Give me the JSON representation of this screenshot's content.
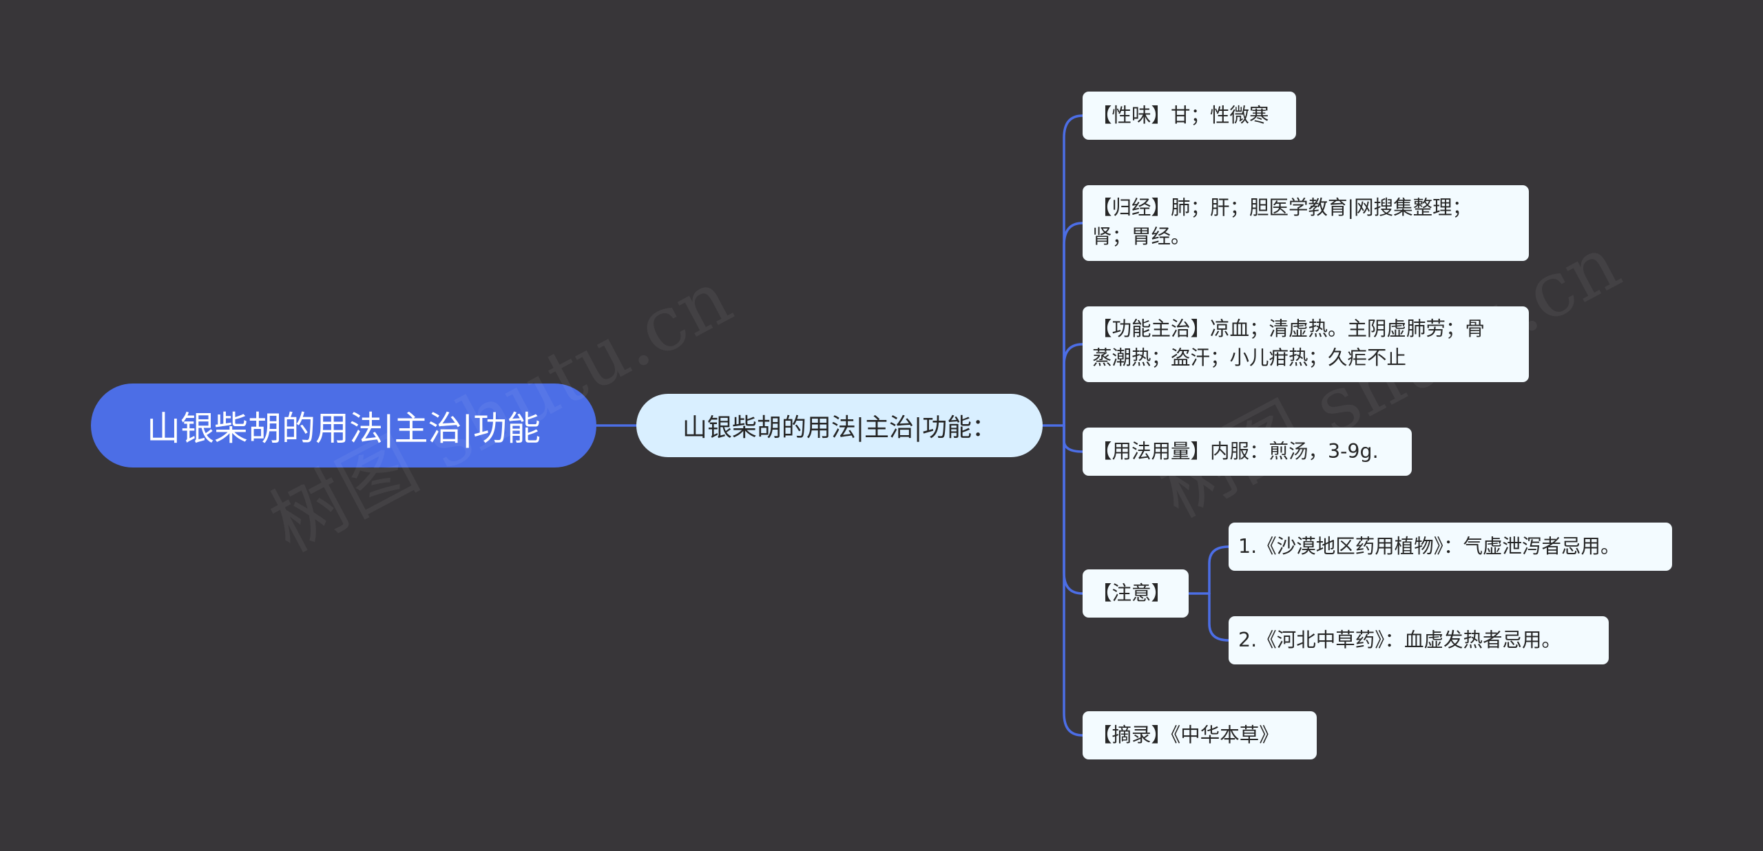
{
  "colors": {
    "background": "#383639",
    "connector": "#4c6ee6",
    "root_fill": "#4c6ee6",
    "main_fill": "#d9efff",
    "leaf_fill": "#f3fbff"
  },
  "root": {
    "label": "山银柴胡的用法|主治|功能"
  },
  "main": {
    "label": "山银柴胡的用法|主治|功能："
  },
  "branches": [
    {
      "label": "【性味】甘；性微寒"
    },
    {
      "line1": "【归经】肺；肝；胆医学教育|网搜集整理；",
      "line2": "肾；胃经。"
    },
    {
      "line1": "【功能主治】凉血；清虚热。主阴虚肺劳；骨",
      "line2": "蒸潮热；盗汗；小儿疳热；久疟不止"
    },
    {
      "label": "【用法用量】内服：煎汤，3-9g."
    },
    {
      "label": "【注意】",
      "children": [
        {
          "label": "1.《沙漠地区药用植物》：气虚泄泻者忌用。"
        },
        {
          "label": "2.《河北中草药》：血虚发热者忌用。"
        }
      ]
    },
    {
      "label": "【摘录】《中华本草》"
    }
  ]
}
